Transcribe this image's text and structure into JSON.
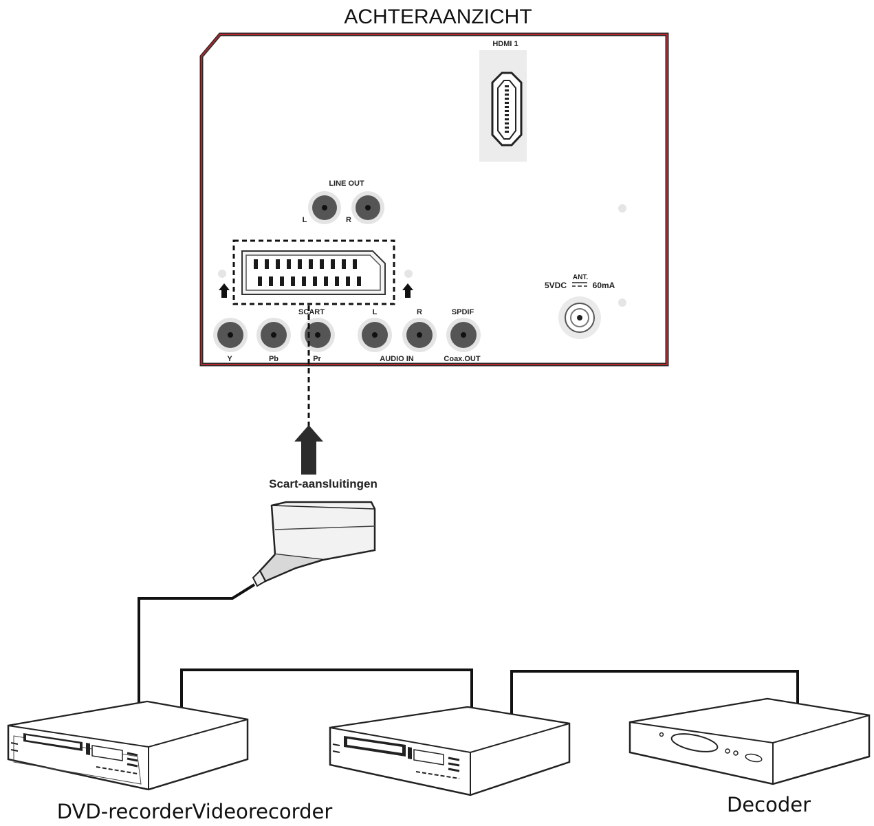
{
  "title": "ACHTERAANZICHT",
  "panel": {
    "hdmi_label": "HDMI 1",
    "line_out_label": "LINE OUT",
    "line_out_l": "L",
    "line_out_r": "R",
    "scart_label": "SCART",
    "audio_l": "L",
    "audio_r": "R",
    "spdif_label": "SPDIF",
    "y_label": "Y",
    "pb_label": "Pb",
    "pr_label": "Pr",
    "audio_in_label": "AUDIO IN",
    "coax_out_label": "Coax.OUT",
    "ant_label": "ANT.",
    "power_label_left": "5VDC",
    "power_label_right": "60mA"
  },
  "connection_label": "Scart-aansluitingen",
  "devices": {
    "dvd_vcr_label": "DVD-recorderVideorecorder",
    "decoder_label": "Decoder"
  },
  "colors": {
    "panel_border": "#b8262d",
    "line": "#111111"
  }
}
